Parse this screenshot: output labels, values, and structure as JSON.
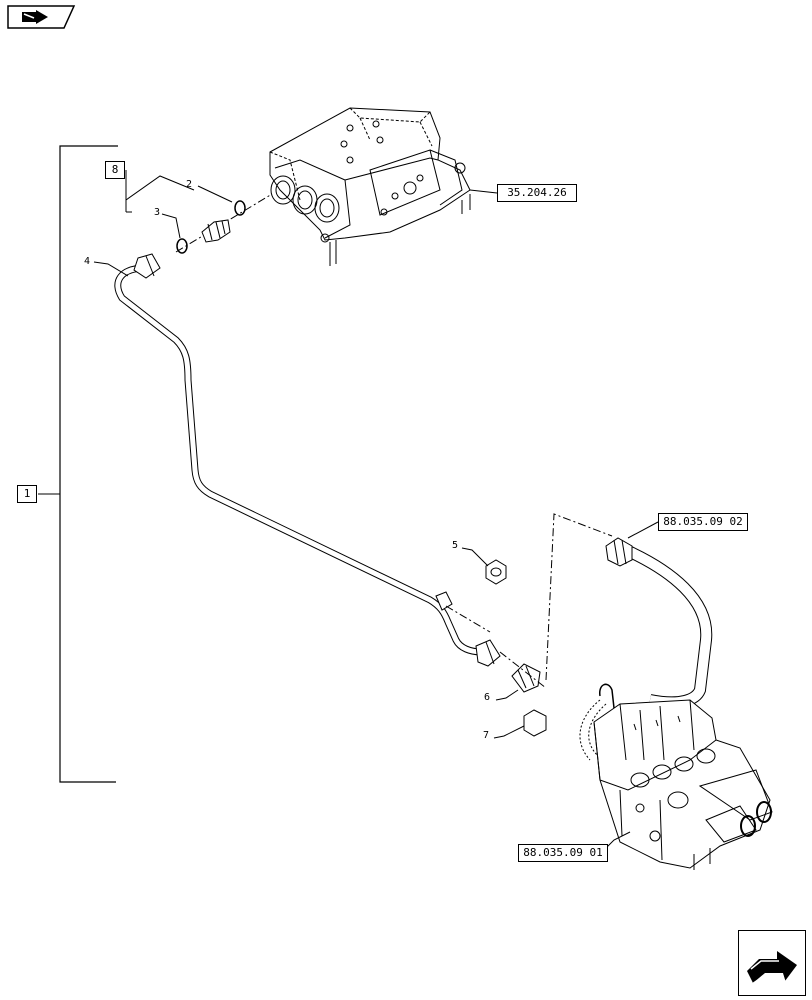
{
  "refs": {
    "assembly": "1",
    "kit": "8",
    "control_valve_ref": "35.204.26",
    "hose_ref": "88.035.09 02",
    "valve_block_ref": "88.035.09 01"
  },
  "parts": {
    "p2": "2",
    "p3": "3",
    "p4": "4",
    "p5": "5",
    "p6": "6",
    "p7": "7"
  },
  "icons": {
    "top_left": "previous-page-icon",
    "bottom_right": "next-page-icon"
  },
  "colors": {
    "line": "#000000",
    "background": "#ffffff"
  }
}
